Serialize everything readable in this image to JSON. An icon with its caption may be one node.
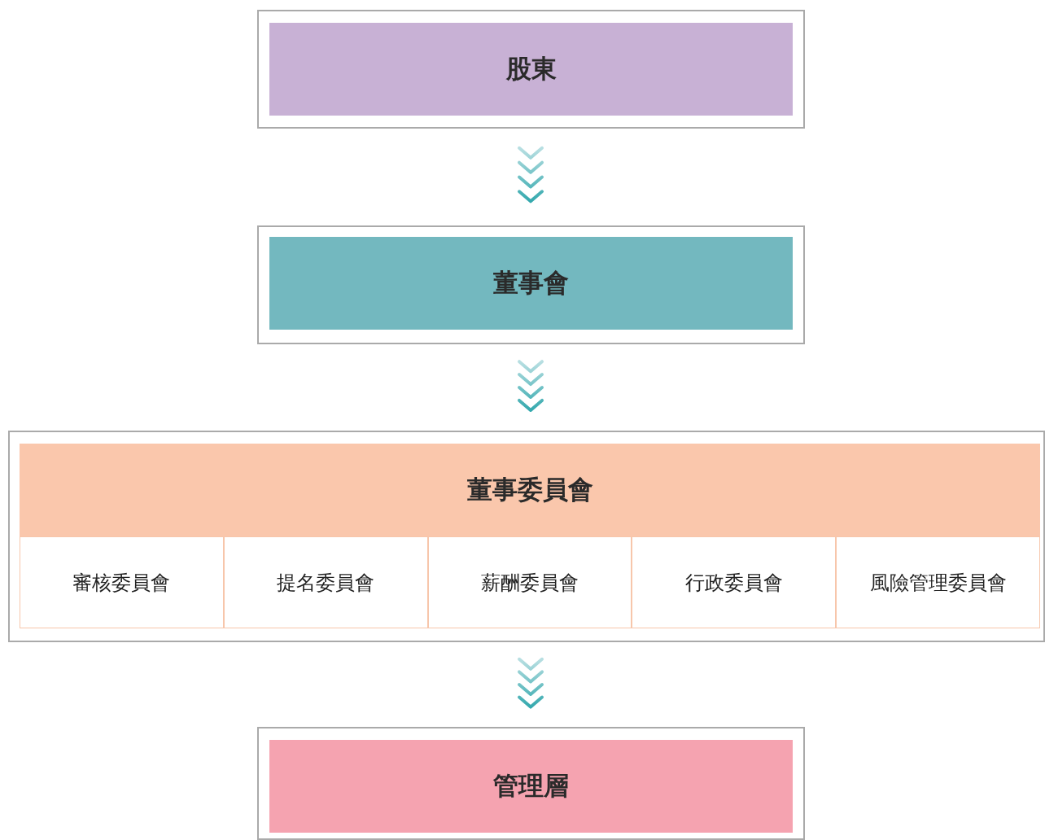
{
  "diagram": {
    "nodes": [
      {
        "text": [
          "股東"
        ]
      },
      {
        "text": [
          "董事會"
        ]
      },
      {
        "text": [
          "董事委員會"
        ]
      },
      {
        "text": [
          "審核委員會"
        ],
        "in": 2
      },
      {
        "text": [
          "提名委員會"
        ],
        "in": 2
      },
      {
        "text": [
          "薪酬委員會"
        ],
        "in": 2
      },
      {
        "text": [
          "行政委員會"
        ],
        "in": 2
      },
      {
        "text": [
          "風險管理委員會"
        ],
        "in": 2
      },
      {
        "text": [
          "管理層"
        ]
      }
    ],
    "edges": [
      {
        "from": 0,
        "to": 1,
        "arrow": "to"
      },
      {
        "from": 1,
        "to": 2,
        "arrow": "to"
      },
      {
        "from": 2,
        "to": 8,
        "arrow": "to"
      }
    ]
  }
}
